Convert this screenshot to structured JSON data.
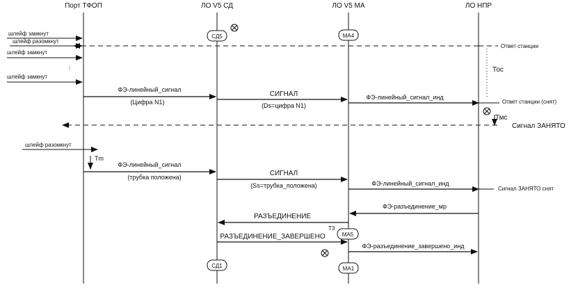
{
  "headers": {
    "port": "Порт ТФОП",
    "lo_sd": "ЛО V5 СД",
    "lo_ma": "ЛО V5 МА",
    "lo_npr": "ЛО НПР"
  },
  "states": {
    "sd5": "СД5",
    "ma4": "МА4",
    "ma5": "МА5",
    "sd1": "СД1",
    "ma1": "МА1"
  },
  "left_events": {
    "loop_closed_1": "шлейф замкнут",
    "loop_open_1": "шлейф разомкнут",
    "loop_closed_2": "шлейф замкнут",
    "loop_closed_3": "шлейф замкнут",
    "loop_open_2": "шлейф разомкнут"
  },
  "right_events": {
    "station_answer": "Ответ станции",
    "station_answer_removed": "Ответ станции (снят)",
    "busy_signal": "Сигнал ЗАНЯТО",
    "busy_signal_removed": "Сигнал ЗАНЯТО снят"
  },
  "timers": {
    "toc": "Тос",
    "tmc": "Тмс",
    "tm": "Тm",
    "t3": "Т3"
  },
  "messages": {
    "fe_line_signal_1": "ФЭ-линейный_сигнал",
    "digit_n1": "(Цифра N1)",
    "signal_1": "СИГНАЛ",
    "ds_digit": "(Ds=цифра N1)",
    "fe_line_signal_ind_1": "ФЭ-линейный_сигнал_инд",
    "fe_line_signal_2": "ФЭ-линейный_сигнал",
    "handset_down": "(трубка положена)",
    "signal_2": "СИГНАЛ",
    "ss_handset": "(Ss=трубка_положена)",
    "fe_line_signal_ind_2": "ФЭ-линейный_сигнал_инд",
    "fe_disconnect_req": "ФЭ-разъединение_мр",
    "disconnect": "РАЗЪЕДИНЕНИЕ",
    "disconnect_complete": "РАЗЪЕДИНЕНИЕ_ЗАВЕРШЕНО",
    "fe_disconnect_complete_ind": "ФЭ-разъединение_завершено_инд"
  }
}
